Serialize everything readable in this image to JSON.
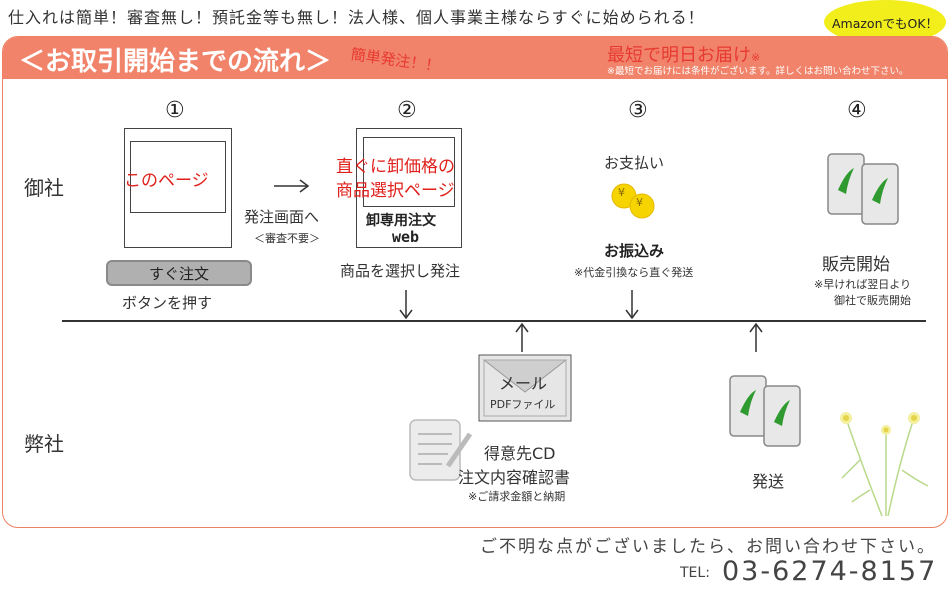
{
  "header": {
    "top_note": "仕入れは簡単！審査無し！預託金等も無し！法人様、個人事業主様ならすぐに始められる！",
    "amazon_badge": "AmazonでもOK！",
    "banner_title": "＜お取引開始までの流れ＞",
    "easy_order": "簡単発注！！",
    "fastest_prefix": "最短で明日お届け",
    "fastest_mark": "※",
    "condition_note": "※最短でお届けには条件がございます。詳しくはお問い合わせ下さい。"
  },
  "rows": {
    "our_company": "御社",
    "your_company": "弊社"
  },
  "steps": [
    {
      "number": "①",
      "page_label": "このページ",
      "button": "すぐ注文",
      "caption": "ボタンを押す"
    },
    {
      "number": "②",
      "page_label_1": "直ぐに卸価格の",
      "page_label_2": "商品選択ページ",
      "device_1": "卸専用注文",
      "device_2": "web",
      "caption": "商品を選択し発注"
    },
    {
      "number": "③",
      "pay_title": "お支払い",
      "coin": "¥",
      "transfer": "お振込み",
      "cod_note": "※代金引換なら直ぐ発送"
    },
    {
      "number": "④",
      "caption": "販売開始",
      "note_1": "※早ければ翌日より",
      "note_2": "御社で販売開始"
    }
  ],
  "transition": {
    "label": "発注画面へ",
    "sub": "＜審査不要＞"
  },
  "email": {
    "title": "メール",
    "sub": "PDFファイル",
    "caption_1": "得意先CD",
    "caption_2": "注文内容確認書",
    "note": "※ご請求金額と納期"
  },
  "ship": {
    "label": "発送"
  },
  "footer": {
    "question": "ご不明な点がございましたら、お問い合わせ下さい。",
    "tel_label": "TEL:",
    "tel_number": "03-6274-8157"
  },
  "colors": {
    "banner": "#f0836a",
    "accent_red": "#e0201b",
    "badge_yellow": "#f2ee1c",
    "coin_gold": "#f5d400"
  }
}
